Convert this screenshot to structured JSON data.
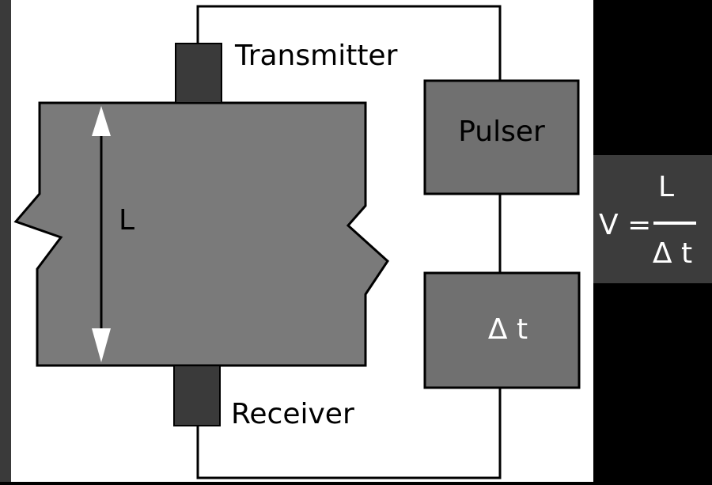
{
  "labels": {
    "transmitter": "Transmitter",
    "receiver": "Receiver",
    "pulser": "Pulser",
    "delta_t_box": "Δ t",
    "length": "L"
  },
  "formula": {
    "lhs": "V =",
    "numerator": "L",
    "denominator": "Δ t"
  },
  "colors": {
    "specimen": "#7a7a7a",
    "transducer": "#3a3a3a",
    "instrument_box": "#707070",
    "formula_box": "#3c3c3c",
    "wire": "#000000",
    "background": "#ffffff"
  }
}
